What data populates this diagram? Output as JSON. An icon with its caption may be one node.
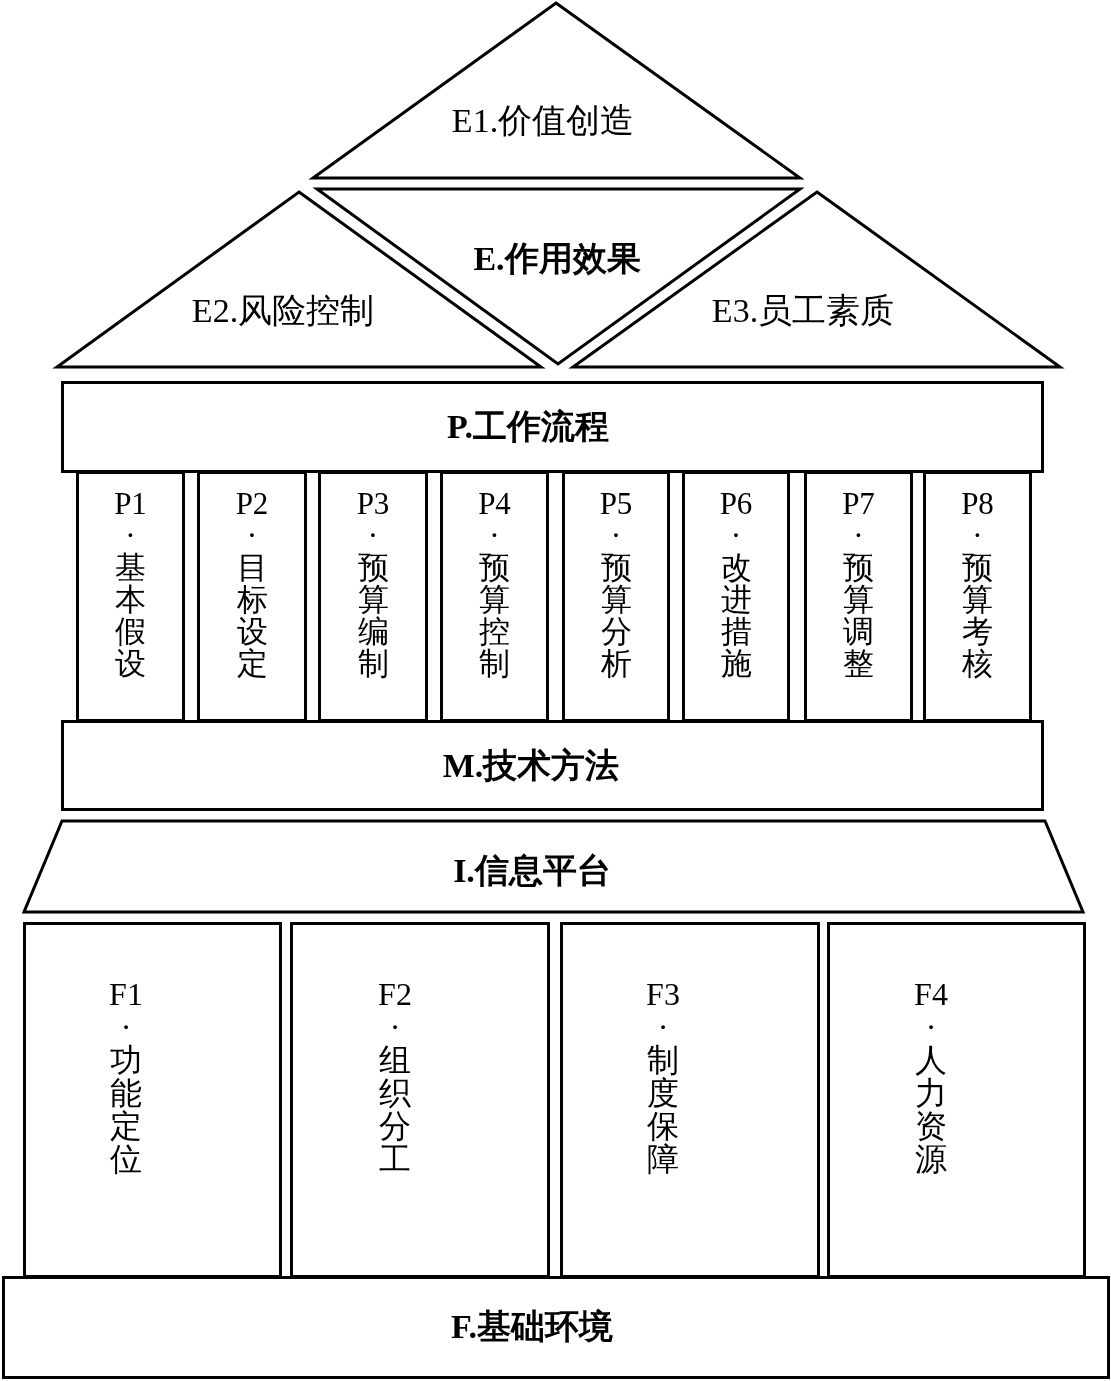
{
  "diagram": {
    "nodes": [
      {
        "text": [
          "E1.价值创造"
        ]
      },
      {
        "text": [
          "E.作用效果"
        ]
      },
      {
        "text": [
          "E2.风险控制"
        ]
      },
      {
        "text": [
          "E3.员工素质"
        ]
      },
      {
        "text": [
          "P.工作流程"
        ]
      },
      {
        "text": [
          "P1·基本假设"
        ]
      },
      {
        "text": [
          "P2·目标设定"
        ]
      },
      {
        "text": [
          "P3·预算编制"
        ]
      },
      {
        "text": [
          "P4·预算控制"
        ]
      },
      {
        "text": [
          "P5·预算分析"
        ]
      },
      {
        "text": [
          "P6·改进措施"
        ]
      },
      {
        "text": [
          "P7·预算调整"
        ]
      },
      {
        "text": [
          "P8·预算考核"
        ]
      },
      {
        "text": [
          "M.技术方法"
        ]
      },
      {
        "text": [
          "I.信息平台"
        ]
      },
      {
        "text": [
          "F1·功能定位"
        ]
      },
      {
        "text": [
          "F2·组织分工"
        ]
      },
      {
        "text": [
          "F3·制度保障"
        ]
      },
      {
        "text": [
          "F4·人力资源"
        ]
      },
      {
        "text": [
          "F.基础环境"
        ]
      }
    ]
  }
}
